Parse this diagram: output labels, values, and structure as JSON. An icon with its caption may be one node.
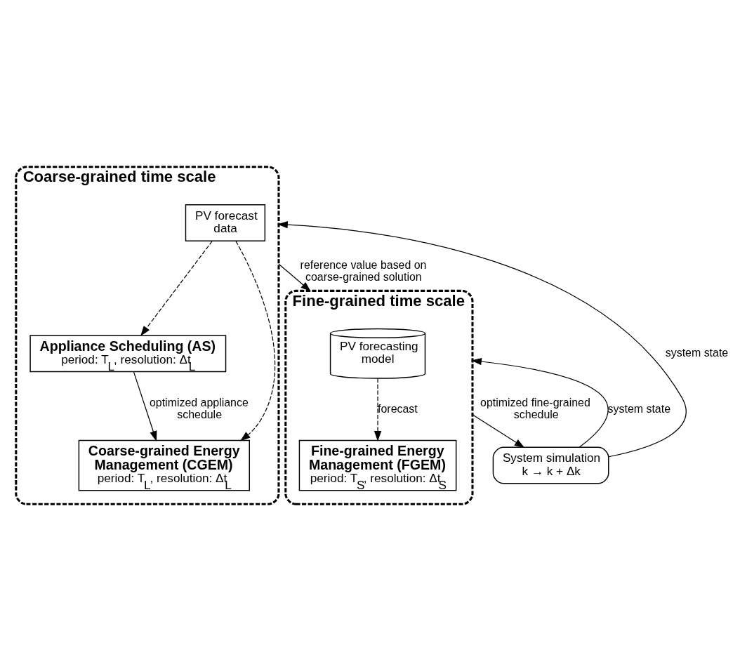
{
  "diagram": {
    "nodes": [
      {
        "text": [
          "Coarse-grained time scale"
        ]
      },
      {
        "text": [
          "PV forecast data"
        ],
        "in": 0
      },
      {
        "text": [
          "Appliance Scheduling (AS)",
          "period: T$_{L}$, resolution: Δt$_{L}$"
        ],
        "in": 0
      },
      {
        "text": [
          "Coarse-grained Energy Management (CGEM)",
          "period: T$_{L}$, resolution: Δt$_{L}$"
        ],
        "in": 0
      },
      {
        "text": [
          "Fine-grained time scale"
        ]
      },
      {
        "text": [
          "PV forecasting model"
        ],
        "in": 4
      },
      {
        "text": [
          "Fine-grained Energy Management (FGEM)",
          "period: T$_{S}$, resolution: Δt$_{S}$"
        ],
        "in": 4
      },
      {
        "text": [
          "System simulation",
          "k → k + Δk"
        ]
      }
    ],
    "edges": [
      {
        "from": 1,
        "to": 2,
        "arrow": "to",
        "style": "dashed"
      },
      {
        "from": 1,
        "to": 3,
        "arrow": "to",
        "style": "dashed"
      },
      {
        "from": 2,
        "to": 3,
        "arrow": "to",
        "label": "optimized appliance schedule"
      },
      {
        "from": 0,
        "to": 4,
        "arrow": "to",
        "label": "reference value based on coarse-grained solution"
      },
      {
        "from": 5,
        "to": 6,
        "arrow": "to",
        "style": "dashed",
        "label": "forecast"
      },
      {
        "from": 4,
        "to": 7,
        "arrow": "to",
        "label": "optimized fine-grained schedule"
      },
      {
        "from": 7,
        "to": 4,
        "arrow": "to",
        "label": "system state"
      },
      {
        "from": 7,
        "to": 0,
        "arrow": "to",
        "label": "system state"
      }
    ]
  }
}
